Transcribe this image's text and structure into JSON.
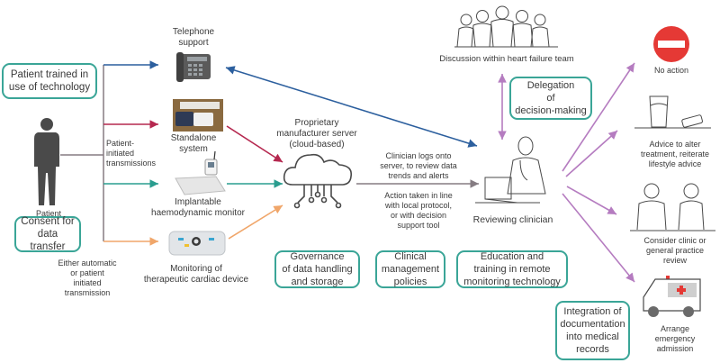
{
  "colors": {
    "teal": "#3aa597",
    "blue": "#2c5f9e",
    "crimson": "#b5284f",
    "green": "#2a9d8f",
    "orange": "#f0a66a",
    "gray": "#857c82",
    "purple": "#b57cc0",
    "red": "#e53935"
  },
  "patient": {
    "label": "Patient",
    "trained_box": "Patient trained in\nuse of technology",
    "consent_box": "Consent for\ndata transfer",
    "patient_initiated": "Patient-\ninitiated\ntransmissions",
    "either_automatic": "Either automatic\nor patient\ninitiated\ntransmission"
  },
  "devices": {
    "telephone": "Telephone\nsupport",
    "standalone": "Standalone\nsystem",
    "implantable": "Implantable\nhaemodynamic monitor",
    "therapeutic": "Monitoring of\ntherapeutic cardiac device"
  },
  "server": {
    "label": "Proprietary\nmanufacturer server\n(cloud-based)",
    "clinician_logs": "Clinician logs onto\nserver, to review data\ntrends and alerts",
    "action_taken": "Action taken in line\nwith local protocol,\nor with decision\nsupport tool"
  },
  "boxes": {
    "governance": "Governance\nof data handling\nand storage",
    "clinical": "Clinical\nmanagement\npolicies",
    "education": "Education and\ntraining in remote\nmonitoring technology",
    "integration": "Integration of\ndocumentation\ninto medical\nrecords",
    "delegation": "Delegation\nof\ndecision-making"
  },
  "team": {
    "label": "Discussion within heart failure team"
  },
  "clinician": {
    "label": "Reviewing clinician"
  },
  "outcomes": {
    "no_action": "No action",
    "advice": "Advice to alter\ntreatment, reiterate\nlifestyle advice",
    "clinic": "Consider clinic or\ngeneral practice\nreview",
    "emergency": "Arrange\nemergency\nadmission"
  }
}
